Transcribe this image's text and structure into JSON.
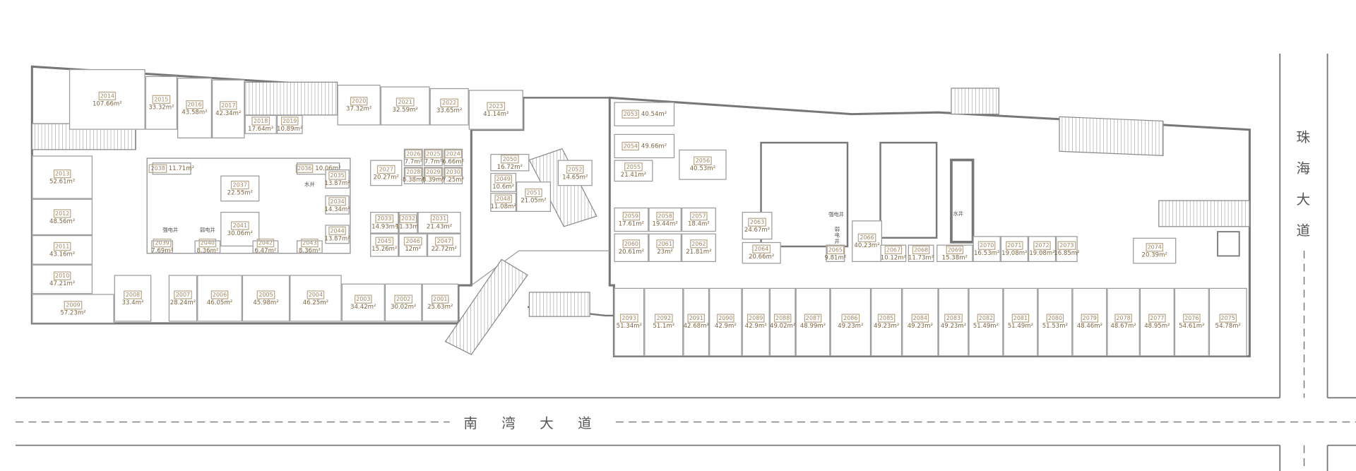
{
  "roads": {
    "south": [
      "南",
      "湾",
      "大",
      "道"
    ],
    "east": [
      "珠",
      "海",
      "大",
      "道"
    ]
  },
  "shafts": [
    "强电井",
    "弱电井",
    "水井",
    "强电井",
    "弱电井",
    "水井"
  ],
  "area_unit": "m²",
  "colors": {
    "wall": "#777777",
    "room_label": "#7d6440",
    "id_border": "#b9a78c",
    "core": "#7a7a7a"
  },
  "rooms": [
    {
      "id": "2014",
      "area": "107.66m²"
    },
    {
      "id": "2015",
      "area": "33.32m²"
    },
    {
      "id": "2016",
      "area": "43.58m²"
    },
    {
      "id": "2017",
      "area": "42.34m²"
    },
    {
      "id": "2018",
      "area": "17.64m²"
    },
    {
      "id": "2019",
      "area": "10.89m²"
    },
    {
      "id": "2020",
      "area": "37.32m²"
    },
    {
      "id": "2021",
      "area": "32.59m²"
    },
    {
      "id": "2022",
      "area": "33.65m²"
    },
    {
      "id": "2023",
      "area": "41.14m²"
    },
    {
      "id": "2013",
      "area": "52.61m²"
    },
    {
      "id": "2012",
      "area": "48.56m²"
    },
    {
      "id": "2011",
      "area": "43.16m²"
    },
    {
      "id": "2010",
      "area": "47.21m²"
    },
    {
      "id": "2009",
      "area": "57.23m²"
    },
    {
      "id": "2008",
      "area": "33.4m²"
    },
    {
      "id": "2007",
      "area": "28.24m²"
    },
    {
      "id": "2006",
      "area": "46.05m²"
    },
    {
      "id": "2005",
      "area": "45.98m²"
    },
    {
      "id": "2004",
      "area": "46.25m²"
    },
    {
      "id": "2003",
      "area": "34.42m²"
    },
    {
      "id": "2002",
      "area": "30.02m²"
    },
    {
      "id": "2001",
      "area": "25.63m²"
    },
    {
      "id": "2038",
      "area": "11.71m²"
    },
    {
      "id": "2037",
      "area": "22.55m²"
    },
    {
      "id": "2041",
      "area": "30.06m²"
    },
    {
      "id": "2039",
      "area": "7.69m²"
    },
    {
      "id": "2040",
      "area": "8.36m²"
    },
    {
      "id": "2042",
      "area": "6.47m²"
    },
    {
      "id": "2043",
      "area": "8.36m²"
    },
    {
      "id": "2036",
      "area": "10.06m²"
    },
    {
      "id": "2035",
      "area": "13.87m²"
    },
    {
      "id": "2034",
      "area": "14.34m²"
    },
    {
      "id": "2044",
      "area": "13.87m²"
    },
    {
      "id": "2027",
      "area": "20.27m²"
    },
    {
      "id": "2026",
      "area": "7.7m²"
    },
    {
      "id": "2025",
      "area": "7.7m²"
    },
    {
      "id": "2024",
      "area": "6.66m²"
    },
    {
      "id": "2028",
      "area": "8.38m²"
    },
    {
      "id": "2029",
      "area": "8.39m²"
    },
    {
      "id": "2030",
      "area": "7.25m²"
    },
    {
      "id": "2033",
      "area": "14.93m²"
    },
    {
      "id": "2032",
      "area": "11.33m²"
    },
    {
      "id": "2031",
      "area": "21.43m²"
    },
    {
      "id": "2045",
      "area": "15.26m²"
    },
    {
      "id": "2046",
      "area": "12m²"
    },
    {
      "id": "2047",
      "area": "22.72m²"
    },
    {
      "id": "2050",
      "area": "16.72m²"
    },
    {
      "id": "2049",
      "area": "10.6m²"
    },
    {
      "id": "2048",
      "area": "11.08m²"
    },
    {
      "id": "2051",
      "area": "21.05m²"
    },
    {
      "id": "2052",
      "area": "14.65m²"
    },
    {
      "id": "2053",
      "area": "40.54m²"
    },
    {
      "id": "2054",
      "area": "49.66m²"
    },
    {
      "id": "2055",
      "area": "21.41m²"
    },
    {
      "id": "2056",
      "area": "40.53m²"
    },
    {
      "id": "2059",
      "area": "17.61m²"
    },
    {
      "id": "2058",
      "area": "19.44m²"
    },
    {
      "id": "2057",
      "area": "18.4m²"
    },
    {
      "id": "2060",
      "area": "20.61m²"
    },
    {
      "id": "2061",
      "area": "23m²"
    },
    {
      "id": "2062",
      "area": "21.81m²"
    },
    {
      "id": "2063",
      "area": "24.67m²"
    },
    {
      "id": "2064",
      "area": "20.66m²"
    },
    {
      "id": "2065",
      "area": "9.81m²"
    },
    {
      "id": "2066",
      "area": "40.23m²"
    },
    {
      "id": "2067",
      "area": "10.12m²"
    },
    {
      "id": "2068",
      "area": "11.73m²"
    },
    {
      "id": "2069",
      "area": "15.38m²"
    },
    {
      "id": "2070",
      "area": "16.53m²"
    },
    {
      "id": "2071",
      "area": "19.08m²"
    },
    {
      "id": "2072",
      "area": "19.08m²"
    },
    {
      "id": "2073",
      "area": "16.85m²"
    },
    {
      "id": "2074",
      "area": "20.39m²"
    },
    {
      "id": "2093",
      "area": "51.34m²"
    },
    {
      "id": "2092",
      "area": "51.1m²"
    },
    {
      "id": "2091",
      "area": "42.68m²"
    },
    {
      "id": "2090",
      "area": "42.9m²"
    },
    {
      "id": "2089",
      "area": "42.9m²"
    },
    {
      "id": "2088",
      "area": "49.02m²"
    },
    {
      "id": "2087",
      "area": "48.99m²"
    },
    {
      "id": "2086",
      "area": "49.23m²"
    },
    {
      "id": "2085",
      "area": "49.23m²"
    },
    {
      "id": "2084",
      "area": "49.23m²"
    },
    {
      "id": "2083",
      "area": "49.23m²"
    },
    {
      "id": "2082",
      "area": "51.49m²"
    },
    {
      "id": "2081",
      "area": "51.49m²"
    },
    {
      "id": "2080",
      "area": "51.53m²"
    },
    {
      "id": "2079",
      "area": "48.46m²"
    },
    {
      "id": "2078",
      "area": "48.67m²"
    },
    {
      "id": "2077",
      "area": "48.95m²"
    },
    {
      "id": "2076",
      "area": "54.61m²"
    },
    {
      "id": "2075",
      "area": "54.78m²"
    }
  ]
}
